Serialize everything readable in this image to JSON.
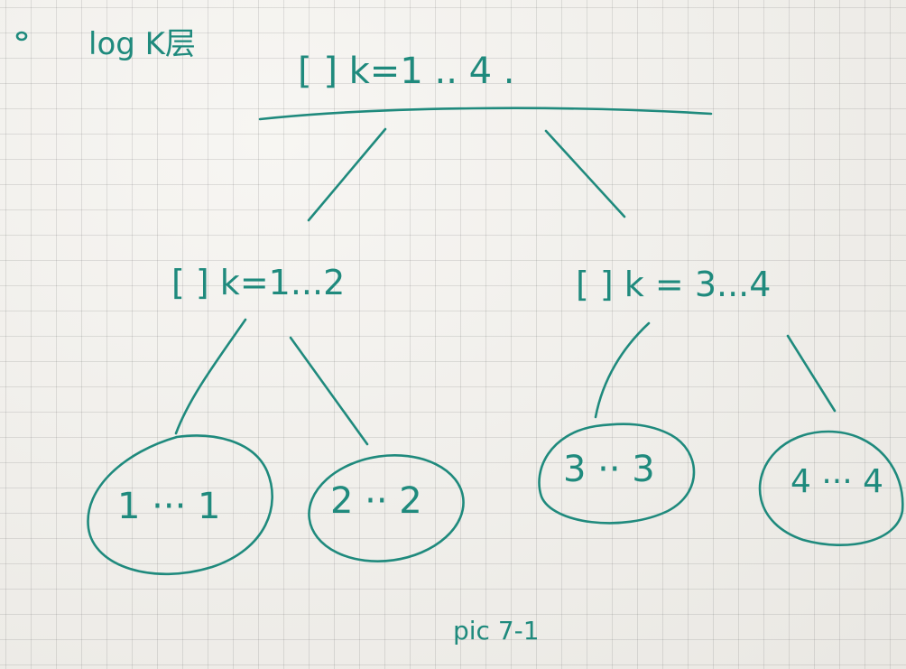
{
  "colors": {
    "ink": "#1f8a7d",
    "paper": "#f3f1ec",
    "grid": "#b5b3ad"
  },
  "corner_mark": "o",
  "heading_note": "log K层",
  "root": {
    "label": "[ ] k=1 .. 4 ."
  },
  "level1": {
    "left_label": "[ ] k=1...2",
    "right_label": "[ ] k = 3...4"
  },
  "leaves": [
    "1 ··· 1",
    "2 ·· 2",
    "3 ·· 3",
    "4 ··· 4"
  ],
  "caption": "pic 7-1"
}
